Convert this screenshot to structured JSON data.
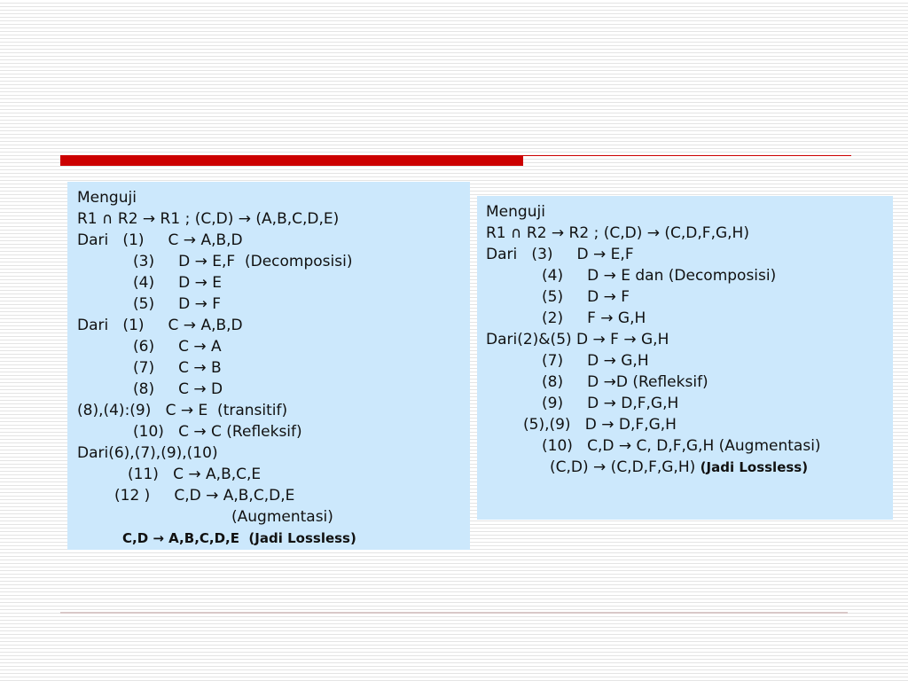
{
  "left_panel": {
    "lines": [
      "Menguji",
      "R1 ∩ R2 → R1 ; (C,D) → (A,B,C,D,E)",
      "Dari   (1)     C → A,B,D",
      "(3)     D → E,F  (Decomposisi)",
      "(4)     D → E",
      "(5)     D → F",
      "Dari   (1)     C → A,B,D",
      "(6)     C → A",
      "(7)     C → B",
      "(8)     C → D",
      "(8),(4):(9)   C → E  (transitif)",
      "(10)   C → C (Refleksif)",
      "Dari(6),(7),(9),(10)",
      "(11)   C → A,B,C,E",
      "(12 )     C,D → A,B,C,D,E",
      "(Augmentasi)"
    ],
    "conclusion": "C,D → A,B,C,D,E  (Jadi Lossless)"
  },
  "right_panel": {
    "lines": [
      "Menguji",
      "R1 ∩ R2 → R2 ; (C,D) → (C,D,F,G,H)",
      "Dari   (3)     D → E,F",
      "(4)     D → E dan (Decomposisi)",
      "(5)     D → F",
      "(2)     F → G,H",
      "Dari(2)&(5) D → F → G,H",
      "(7)     D → G,H",
      "(8)     D →D (Refleksif)",
      "(9)     D → D,F,G,H",
      "(5),(9)   D → D,F,G,H",
      "(10)   C,D → C, D,F,G,H (Augmentasi)"
    ],
    "final_expr": "(C,D) → (C,D,F,G,H)",
    "final_note": "(Jadi Lossless)"
  },
  "colors": {
    "accent": "#cc0000",
    "panel_bg": "#cce8fc"
  }
}
